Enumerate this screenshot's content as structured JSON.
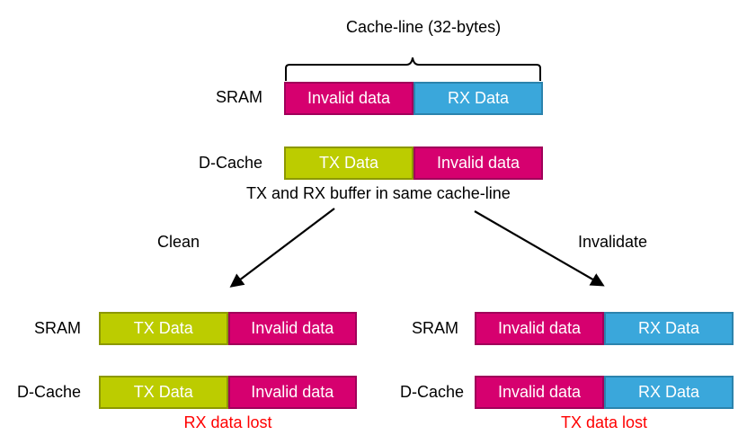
{
  "cache_line_label": "Cache-line (32-bytes)",
  "top": {
    "sram": {
      "label": "SRAM",
      "cells": [
        {
          "text": "Invalid data",
          "kind": "invalid"
        },
        {
          "text": "RX Data",
          "kind": "rx"
        }
      ]
    },
    "dcache": {
      "label": "D-Cache",
      "cells": [
        {
          "text": "TX Data",
          "kind": "tx"
        },
        {
          "text": "Invalid data",
          "kind": "invalid"
        }
      ]
    },
    "caption": "TX and RX buffer in same cache-line"
  },
  "arrows": {
    "left_label": "Clean",
    "right_label": "Invalidate"
  },
  "clean": {
    "sram": {
      "label": "SRAM",
      "cells": [
        {
          "text": "TX Data",
          "kind": "tx"
        },
        {
          "text": "Invalid data",
          "kind": "invalid"
        }
      ]
    },
    "dcache": {
      "label": "D-Cache",
      "cells": [
        {
          "text": "TX Data",
          "kind": "tx"
        },
        {
          "text": "Invalid data",
          "kind": "invalid"
        }
      ]
    },
    "result": "RX data lost"
  },
  "invalidate": {
    "sram": {
      "label": "SRAM",
      "cells": [
        {
          "text": "Invalid data",
          "kind": "invalid"
        },
        {
          "text": "RX Data",
          "kind": "rx"
        }
      ]
    },
    "dcache": {
      "label": "D-Cache",
      "cells": [
        {
          "text": "Invalid data",
          "kind": "invalid"
        },
        {
          "text": "RX Data",
          "kind": "rx"
        }
      ]
    },
    "result": "TX data lost"
  },
  "colors": {
    "invalid": "#d6006f",
    "rx": "#3aa7db",
    "tx": "#bccc00",
    "lost": "#ff0000"
  }
}
